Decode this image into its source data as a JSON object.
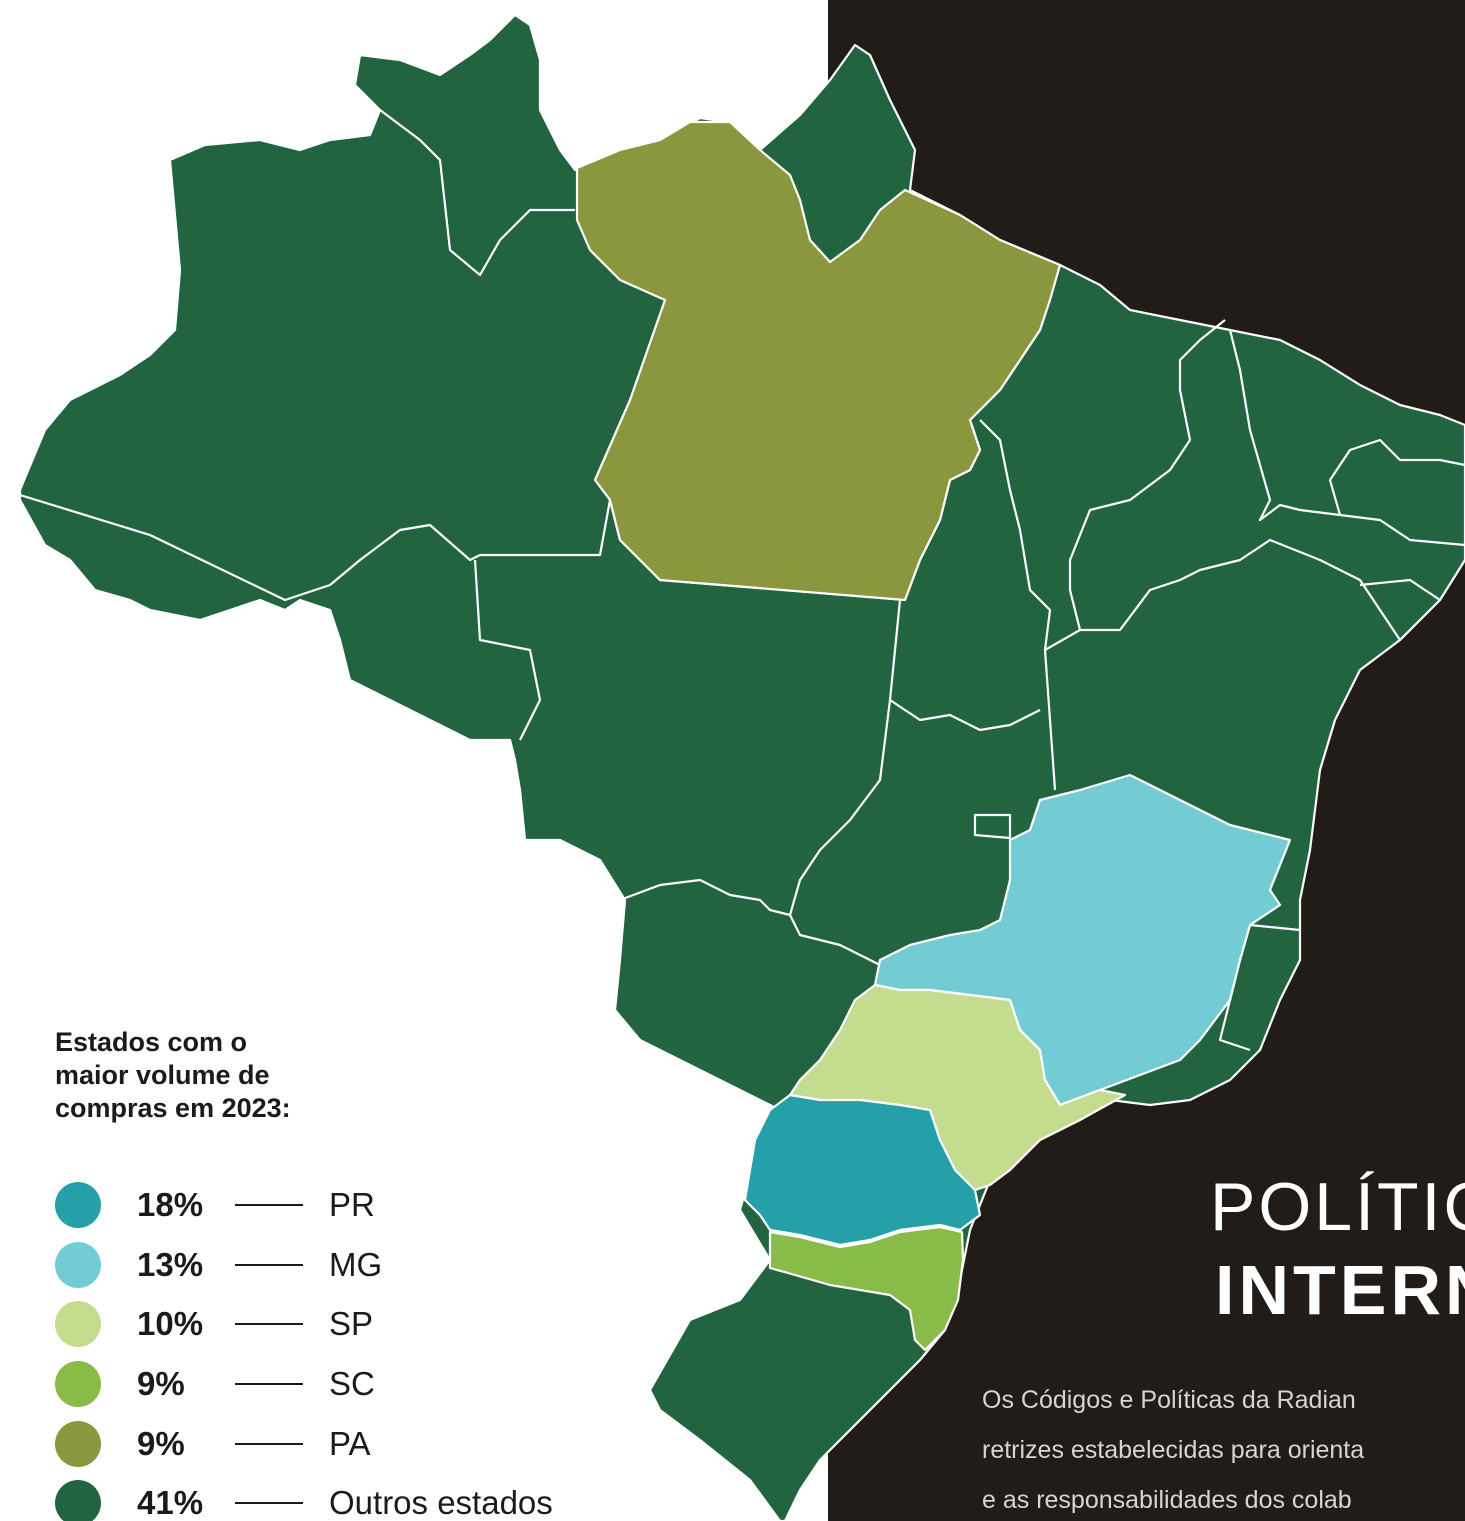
{
  "colors": {
    "dark_bg": "#221c19",
    "dark_green": "#21643f",
    "olive": "#8a973e",
    "teal": "#25a0a8",
    "light_blue": "#73cbd4",
    "pale_green": "#c4dc8e",
    "lime": "#88bb47",
    "border": "#ffffff"
  },
  "legend": {
    "title_lines": [
      "Estados com o",
      "maior volume de",
      "compras em 2023:"
    ],
    "items": [
      {
        "percent": "18%",
        "state": "PR",
        "share": 18,
        "color": "#25a0a8"
      },
      {
        "percent": "13%",
        "state": "MG",
        "share": 13,
        "color": "#73cbd4"
      },
      {
        "percent": "10%",
        "state": "SP",
        "share": 10,
        "color": "#c4dc8e"
      },
      {
        "percent": "9%",
        "state": "SC",
        "share": 9,
        "color": "#88bb47"
      },
      {
        "percent": "9%",
        "state": "PA",
        "share": 9,
        "color": "#8a973e"
      },
      {
        "percent": "41%",
        "state": "Outros estados",
        "share": 41,
        "color": "#21643f"
      }
    ]
  },
  "heading": {
    "line1": "POLÍTIC",
    "line2": "INTERN"
  },
  "body_text": [
    "Os Códigos e Políticas da Radian",
    "retrizes estabelecidas para orienta",
    "e as responsabilidades dos colab"
  ]
}
